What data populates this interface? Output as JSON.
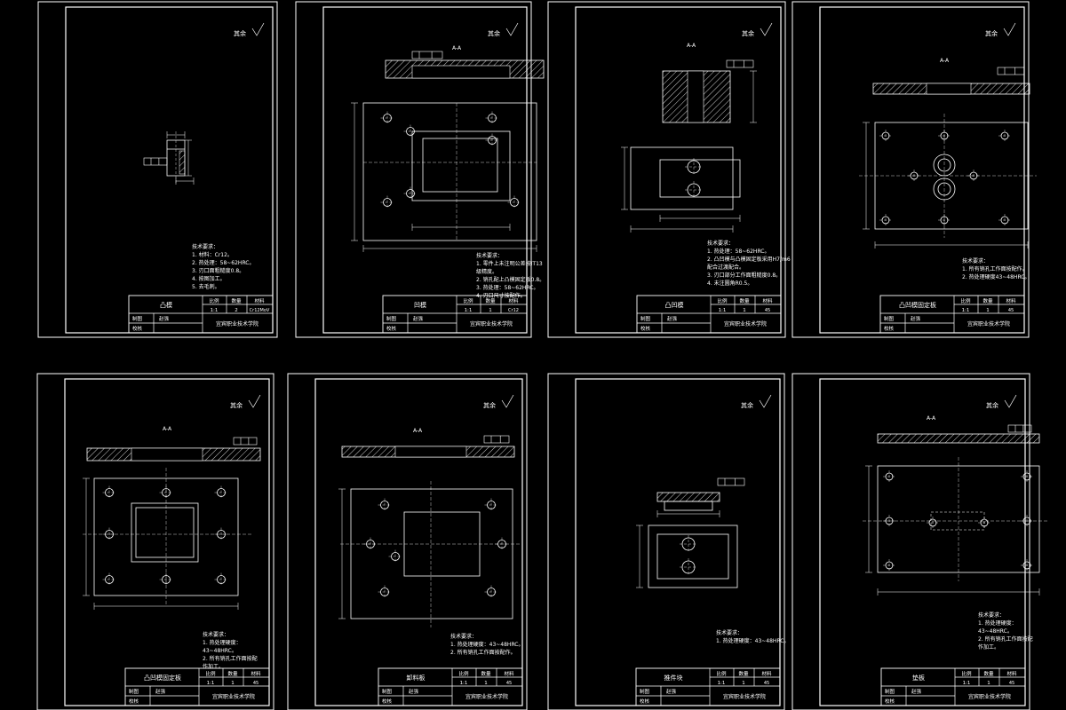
{
  "drawing": {
    "background": "#000000",
    "line_color": "#ffffff",
    "sheets": [
      {
        "id": "sheet-1",
        "part_name": "凸模",
        "roughness_rest": "其余",
        "section": "",
        "notes": [
          "技术要求：",
          "1. 材料：Cr12。",
          "2. 热处理：58~62HRC。",
          "3. 刃口面粗糙度0.8。",
          "4. 按图加工。",
          "5. 去毛刺。"
        ],
        "title_block": {
          "scale_h": "比例",
          "qty_h": "数量",
          "mat_h": "材料",
          "scale": "1:1",
          "qty": "2",
          "material": "Cr12MoV",
          "drawn": "制图",
          "checked": "校核",
          "name2": "赵强",
          "school": "宜宾职业技术学院"
        }
      },
      {
        "id": "sheet-2",
        "part_name": "凹模",
        "roughness_rest": "其余",
        "section": "A-A",
        "notes": [
          "技术要求：",
          "1. 零件上未注明公差按IT13",
          "级精度。",
          "2. 销孔配上凸模固定板0.8。",
          "3. 热处理：58~62HRC。",
          "4. 刃口尺寸按配作。"
        ],
        "title_block": {
          "scale_h": "比例",
          "qty_h": "数量",
          "mat_h": "材料",
          "scale": "1:1",
          "qty": "1",
          "material": "Cr12",
          "drawn": "制图",
          "checked": "校核",
          "name2": "赵强",
          "school": "宜宾职业技术学院"
        }
      },
      {
        "id": "sheet-3",
        "part_name": "凸凹模",
        "roughness_rest": "其余",
        "section": "A-A",
        "notes": [
          "技术要求：",
          "1. 热处理：58~62HRC。",
          "2. 凸凹模与凸模固定板采用H7/m6",
          "配合过渡配合。",
          "3. 刃口部分工作面粗糙度0.8。",
          "4. 未注圆角R0.5。"
        ],
        "title_block": {
          "scale_h": "比例",
          "qty_h": "数量",
          "mat_h": "材料",
          "scale": "1:1",
          "qty": "1",
          "material": "45",
          "drawn": "制图",
          "checked": "校核",
          "name2": "赵强",
          "school": "宜宾职业技术学院"
        }
      },
      {
        "id": "sheet-4",
        "part_name": "凸凹模固定板",
        "roughness_rest": "其余",
        "section": "A-A",
        "notes": [
          "技术要求：",
          "1. 所有销孔工作面按配作。",
          "2. 热处理硬度43~48HRC。"
        ],
        "title_block": {
          "scale_h": "比例",
          "qty_h": "数量",
          "mat_h": "材料",
          "scale": "1:1",
          "qty": "1",
          "material": "45",
          "drawn": "制图",
          "checked": "校核",
          "name2": "赵强",
          "school": "宜宾职业技术学院"
        }
      },
      {
        "id": "sheet-5",
        "part_name": "凸凹模固定板",
        "roughness_rest": "其余",
        "section": "A-A",
        "notes": [
          "技术要求：",
          "1. 热处理硬度：",
          "43~48HRC。",
          "2. 所有销孔工作面按配",
          "作加工。"
        ],
        "title_block": {
          "scale_h": "比例",
          "qty_h": "数量",
          "mat_h": "材料",
          "scale": "1:1",
          "qty": "1",
          "material": "45",
          "drawn": "制图",
          "checked": "校核",
          "name2": "赵强",
          "school": "宜宾职业技术学院"
        }
      },
      {
        "id": "sheet-6",
        "part_name": "卸料板",
        "roughness_rest": "其余",
        "section": "A-A",
        "notes": [
          "技术要求：",
          "1. 热处理硬度：43~48HRC。",
          "2. 所有销孔工作面按配作。"
        ],
        "title_block": {
          "scale_h": "比例",
          "qty_h": "数量",
          "mat_h": "材料",
          "scale": "1:1",
          "qty": "1",
          "material": "45",
          "drawn": "制图",
          "checked": "校核",
          "name2": "赵强",
          "school": "宜宾职业技术学院"
        }
      },
      {
        "id": "sheet-7",
        "part_name": "推件块",
        "roughness_rest": "其余",
        "section": "",
        "notes": [
          "技术要求：",
          "1. 热处理硬度：43~48HRC。"
        ],
        "title_block": {
          "scale_h": "比例",
          "qty_h": "数量",
          "mat_h": "材料",
          "scale": "1:1",
          "qty": "1",
          "material": "45",
          "drawn": "制图",
          "checked": "校核",
          "name2": "赵强",
          "school": "宜宾职业技术学院"
        }
      },
      {
        "id": "sheet-8",
        "part_name": "垫板",
        "roughness_rest": "其余",
        "section": "A-A",
        "notes": [
          "技术要求：",
          "1. 热处理硬度：",
          "43~48HRC。",
          "2. 所有销孔工作面按配",
          "作加工。"
        ],
        "title_block": {
          "scale_h": "比例",
          "qty_h": "数量",
          "mat_h": "材料",
          "scale": "1:1",
          "qty": "1",
          "material": "45",
          "drawn": "制图",
          "checked": "校核",
          "name2": "赵强",
          "school": "宜宾职业技术学院"
        }
      }
    ]
  }
}
